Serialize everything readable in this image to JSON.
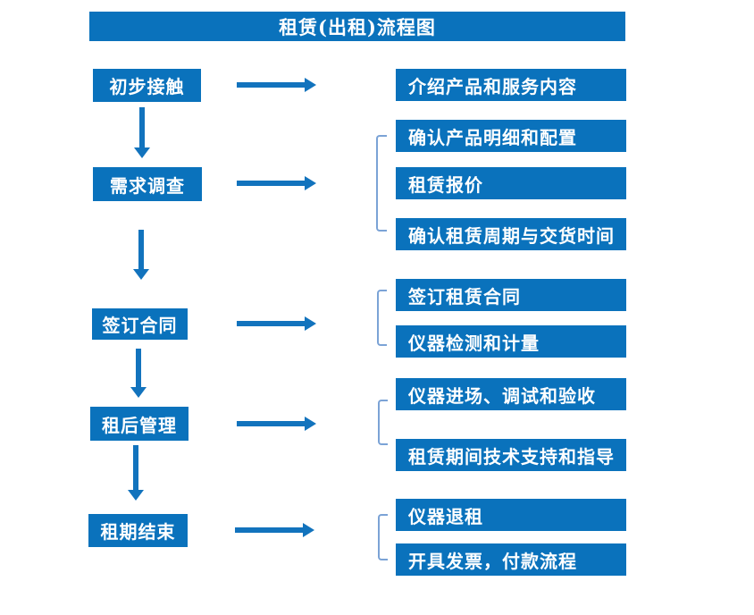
{
  "title": "租赁(出租)流程图",
  "colors": {
    "box_fill": "#0a72bc",
    "arrow": "#1273bd",
    "bracket": "#7ba3d6",
    "text": "#ffffff",
    "background": "#ffffff"
  },
  "stages": [
    {
      "label": "初步接触",
      "outputs": [
        "介绍产品和服务内容"
      ]
    },
    {
      "label": "需求调查",
      "outputs": [
        "确认产品明细和配置",
        "租赁报价",
        "确认租赁周期与交货时间"
      ]
    },
    {
      "label": "签订合同",
      "outputs": [
        "签订租赁合同",
        "仪器检测和计量"
      ]
    },
    {
      "label": "租后管理",
      "outputs": [
        "仪器进场、调试和验收",
        "租赁期间技术支持和指导"
      ]
    },
    {
      "label": "租期结束",
      "outputs": [
        "仪器退租",
        "开具发票，付款流程"
      ]
    }
  ]
}
